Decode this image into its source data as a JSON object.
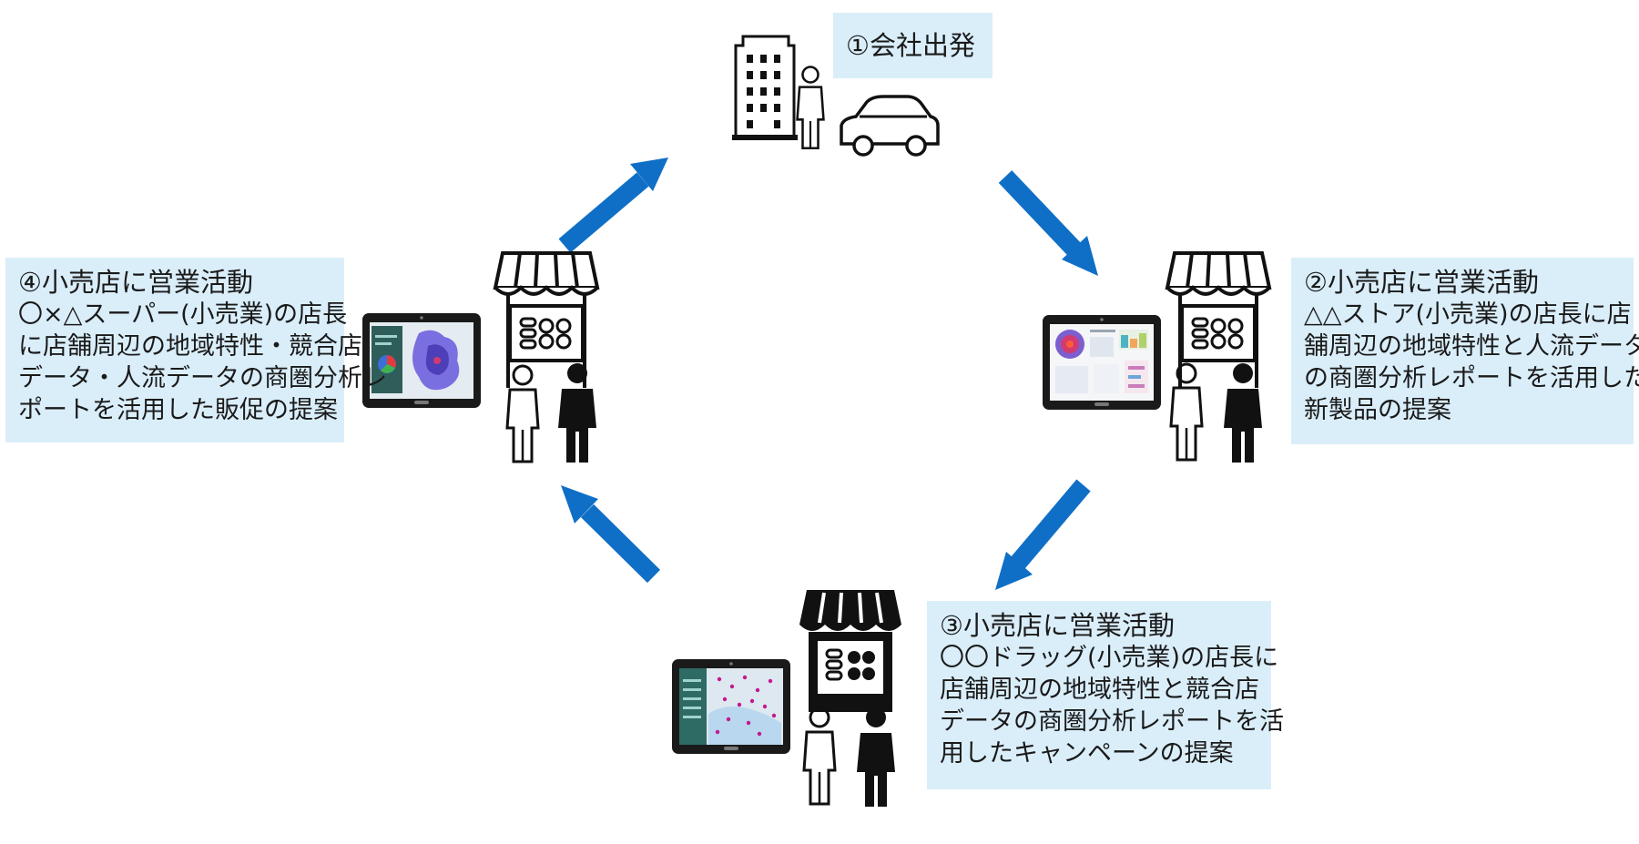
{
  "steps": [
    {
      "title": "①会社出発",
      "lines": []
    },
    {
      "title": "②小売店に営業活動",
      "lines": [
        "△△ストア(小売業)の店長に店",
        "舗周辺の地域特性と人流データ",
        "の商圏分析レポートを活用した",
        "新製品の提案"
      ]
    },
    {
      "title": "③小売店に営業活動",
      "lines": [
        "〇〇ドラッグ(小売業)の店長に",
        "店舗周辺の地域特性と競合店",
        "データの商圏分析レポートを活",
        "用したキャンペーンの提案"
      ]
    },
    {
      "title": "④小売店に営業活動",
      "lines": [
        "〇×△スーパー(小売業)の店長",
        "に店舗周辺の地域特性・競合店",
        "データ・人流データの商圏分析レ",
        "ポートを活用した販促の提案"
      ]
    }
  ],
  "colors": {
    "arrow": "#0f6fc6",
    "callout_bg": "#daeefa",
    "icon": "#111111"
  },
  "icons": [
    "office-building-icon",
    "person-outline-icon",
    "car-icon",
    "store-icon",
    "tablet-report-icon",
    "person-solid-icon",
    "cycle-arrow-icon"
  ]
}
